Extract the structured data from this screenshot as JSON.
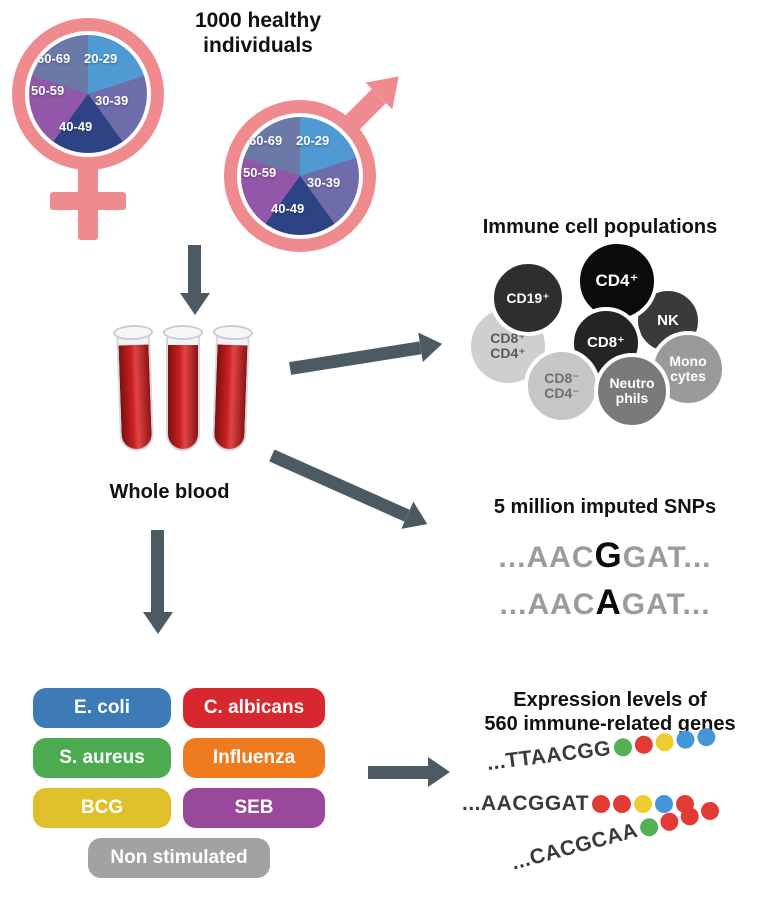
{
  "colors": {
    "symbol-pink": "#ef8b8f",
    "arrow-gray": "#4c5a64"
  },
  "cohort": {
    "title": "1000 healthy individuals",
    "age_groups": [
      "20-29",
      "30-39",
      "40-49",
      "50-59",
      "60-69"
    ],
    "pie_colors": [
      "#4f9ad3",
      "#6f6cab",
      "#2e4383",
      "#9257a8",
      "#6b79a8"
    ]
  },
  "blood": {
    "label": "Whole blood"
  },
  "immune": {
    "title": "Immune cell populations",
    "cells": [
      {
        "label": "CD19⁺",
        "color": "#2e2e2e"
      },
      {
        "label": "CD4⁺",
        "color": "#0b0b0b"
      },
      {
        "label": "NK",
        "color": "#3a3a3a"
      },
      {
        "label": "CD8⁺",
        "color": "#242424"
      },
      {
        "label": "CD8⁺ CD4⁺",
        "color": "#cfcfcf"
      },
      {
        "label": "Mono cytes",
        "color": "#9a9a9a"
      },
      {
        "label": "CD8⁻ CD4⁻",
        "color": "#c6c6c6"
      },
      {
        "label": "Neutro phils",
        "color": "#7a7a7a"
      }
    ]
  },
  "snps": {
    "title": "5 million imputed SNPs",
    "lines": [
      {
        "pre": "...AAC",
        "variant": "G",
        "post": "GAT..."
      },
      {
        "pre": "...AAC",
        "variant": "A",
        "post": "GAT..."
      }
    ]
  },
  "stimuli": {
    "items": [
      {
        "label": "E. coli",
        "color": "#3d7ab8"
      },
      {
        "label": "C. albicans",
        "color": "#d7282f"
      },
      {
        "label": "S. aureus",
        "color": "#4cab50"
      },
      {
        "label": "Influenza",
        "color": "#f07a1e"
      },
      {
        "label": "BCG",
        "color": "#e0c02a"
      },
      {
        "label": "SEB",
        "color": "#99499c"
      },
      {
        "label": "Non stimulated",
        "color": "#a2a2a2"
      }
    ]
  },
  "expression": {
    "title_line1": "Expression levels of",
    "title_line2": "560 immune-related genes",
    "rows": [
      {
        "sequence": "...TTAACGG",
        "dots": [
          "#52b153",
          "#e23b35",
          "#f0cd2f",
          "#4596d8",
          "#4596d8"
        ]
      },
      {
        "sequence": "...AACGGAT",
        "dots": [
          "#e23b35",
          "#e23b35",
          "#f0cd2f",
          "#4596d8",
          "#e23b35"
        ]
      },
      {
        "sequence": "...CACGCAA",
        "dots": [
          "#52b153",
          "#e23b35",
          "#e23b35",
          "#e23b35"
        ]
      }
    ]
  }
}
